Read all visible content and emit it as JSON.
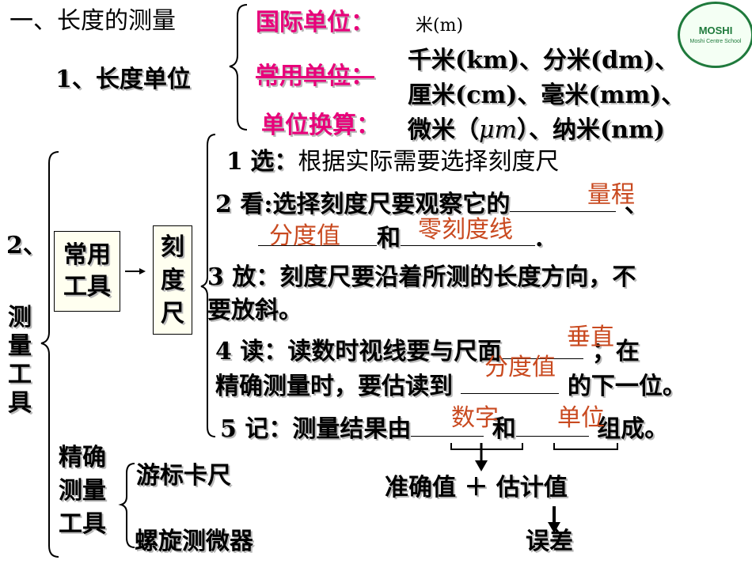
{
  "heading": "一、长度的测量",
  "section1": {
    "title": "1、长度单位",
    "intl_label": "国际单位：",
    "intl_value": "米(m)",
    "common_label": "常用单位：",
    "common_line1": "千米(km)、分米(dm)、",
    "common_line2": "厘米(cm)、毫米(mm)、",
    "common_line3a": "微米（",
    "common_line3_um": "μm",
    "common_line3b": "）、纳米(nm)",
    "convert_label": "单位换算："
  },
  "section2": {
    "title": "2、测量工具",
    "common_tool": "常用工具",
    "ruler": "刻度尺",
    "precise_tool": "精确测量工具",
    "precise_items": [
      "游标卡尺",
      "螺旋测微器"
    ]
  },
  "steps": {
    "s1_num": "1",
    "s1_key": "选：",
    "s1_text": "根据实际需要选择刻度尺",
    "s2_num": "2",
    "s2_key": "看",
    "s2_text": ":选择刻度尺要观察它的",
    "s2_tail": "、",
    "s2_and": "和",
    "s2_end": ".",
    "s3_num": "3",
    "s3_key": "放",
    "s3_text": "：刻度尺要沿着所测的长度方向，不",
    "s3_text2": "要放斜。",
    "s4_num": "4",
    "s4_key": "读",
    "s4_text": "：读数时视线要与尺面",
    "s4_tail": "；在",
    "s4_text2": "精确测量时，要估读到",
    "s4_tail2": "的下一位。",
    "s5_num": "5",
    "s5_key": "记",
    "s5_text": "：测量结果由",
    "s5_and": "和",
    "s5_tail": "组成。"
  },
  "answers": {
    "range": "量程",
    "division": "分度值",
    "zero": "零刻度线",
    "vertical": "垂直",
    "division2": "分度值",
    "digits": "数字",
    "unit": "单位"
  },
  "result": {
    "formula": "准确值 ＋ 估计值",
    "error": "误差"
  },
  "logo": {
    "name": "MOSHI",
    "sub": "Moshi Centre School"
  },
  "colors": {
    "accent_pink": "#e8007a",
    "answer_orange": "#c94a20",
    "logo_green": "#1f7a3c"
  }
}
